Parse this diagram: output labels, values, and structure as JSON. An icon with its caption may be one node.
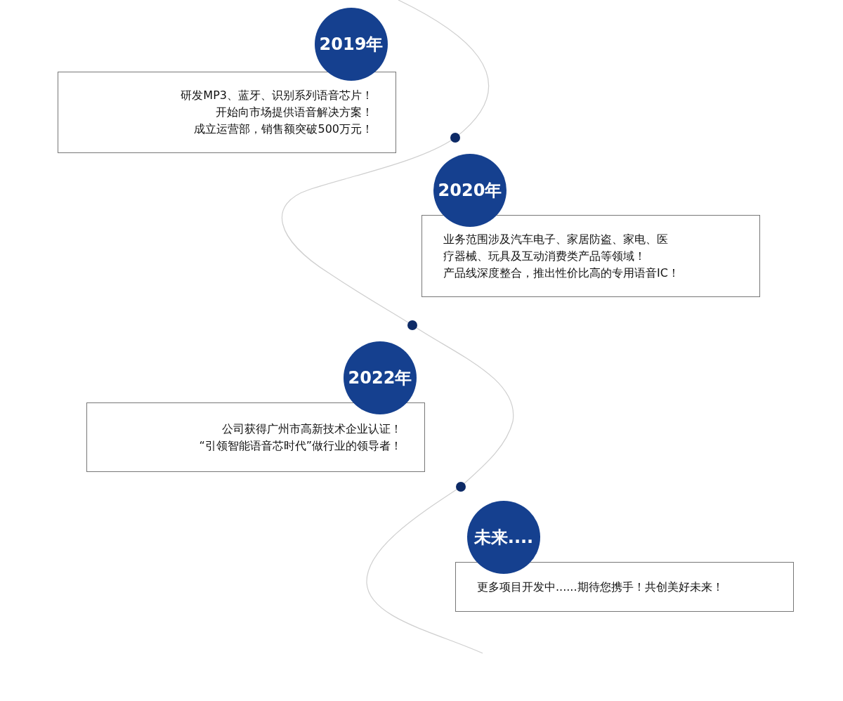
{
  "diagram": {
    "nodes": [
      {
        "text": [
          "2019年"
        ]
      },
      {
        "text": [
          "研发MP3、蓝牙、识别系列语音芯片！",
          "开始向市场提供语音解决方案！",
          "成立运营部，销售额突破500万元！"
        ]
      },
      {
        "text": [
          "2020年"
        ]
      },
      {
        "text": [
          "业务范围涉及汽车电子、家居防盗、家电、医疗器械、玩具及互动消费类产品等领域！",
          "产品线深度整合，推出性价比高的专用语音IC！"
        ]
      },
      {
        "text": [
          "2022年"
        ]
      },
      {
        "text": [
          "公司获得广州市高新技术企业认证！",
          "“引领智能语音芯时代”做行业的领导者！"
        ]
      },
      {
        "text": [
          "未来...."
        ]
      },
      {
        "text": [
          "更多项目开发中......期待您携手！共创美好未来！"
        ]
      }
    ]
  }
}
